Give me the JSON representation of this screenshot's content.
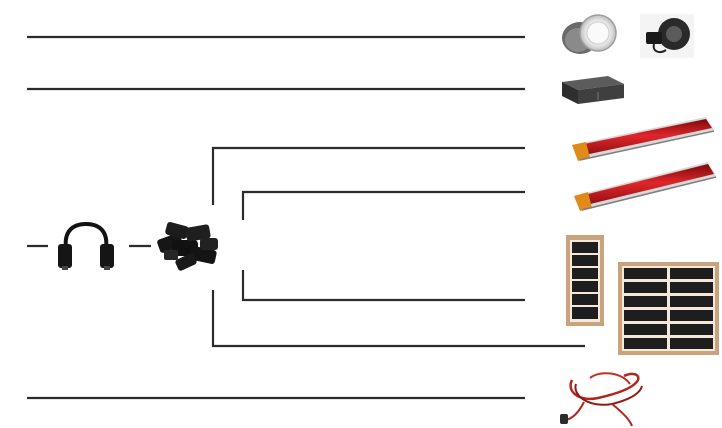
{
  "diagram": {
    "components": [
      {
        "id": "downlight-pair",
        "icon": "downlight-icon"
      },
      {
        "id": "power-box",
        "icon": "power-box-icon"
      },
      {
        "id": "infrared-heater-1",
        "icon": "infrared-heater-icon"
      },
      {
        "id": "infrared-heater-2",
        "icon": "infrared-heater-icon"
      },
      {
        "id": "heating-panels",
        "icon": "heating-panel-icon"
      },
      {
        "id": "cable-coil",
        "icon": "cable-coil-icon"
      },
      {
        "id": "extension-cable",
        "icon": "extension-cable-icon"
      },
      {
        "id": "splitter-hub",
        "icon": "splitter-icon"
      }
    ],
    "colors": {
      "wire": "#2b2b2b",
      "heater_red": "#c8171c",
      "wood_frame": "#c8a27a",
      "panel_dark": "#1e1e1e",
      "cable_red": "#b3261e"
    }
  }
}
